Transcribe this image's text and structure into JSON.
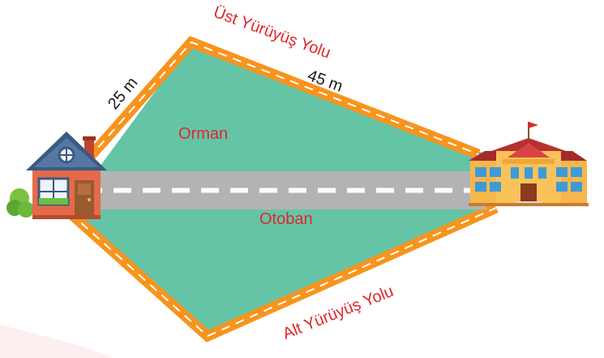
{
  "labels": {
    "upper_path": "Üst Yürüyüş Yolu",
    "lower_path": "Alt Yürüyüş Yolu",
    "forest": "Orman",
    "highway": "Otoban",
    "short_side": "25 m",
    "long_side": "45 m"
  },
  "colors": {
    "forest": "#66c4a6",
    "path": "#f7941d",
    "road": "#b3b3b3",
    "dash": "#ffffff",
    "label_red": "#e0262b"
  },
  "icons": {
    "left": "house-icon",
    "right": "school-icon"
  }
}
